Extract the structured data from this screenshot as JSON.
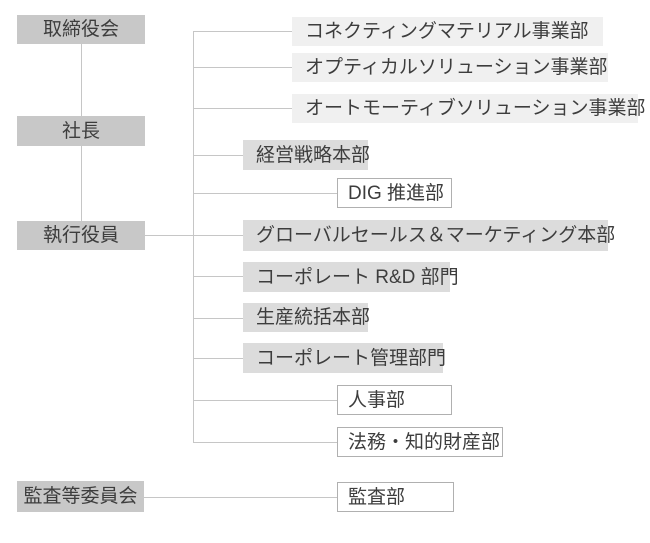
{
  "org": {
    "governance": {
      "board": {
        "label": "取締役会"
      },
      "president": {
        "label": "社長"
      },
      "executive_officers": {
        "label": "執行役員"
      },
      "audit_committee": {
        "label": "監査等委員会"
      }
    },
    "divisions": [
      {
        "label": "コネクティングマテリアル事業部"
      },
      {
        "label": "オプティカルソリューション事業部"
      },
      {
        "label": "オートモーティブソリューション事業部"
      }
    ],
    "units": [
      {
        "label": "経営戦略本部"
      },
      {
        "label": "グローバルセールス＆マーケティング本部"
      },
      {
        "label": "コーポレート R&D 部門"
      },
      {
        "label": "生産統括本部"
      },
      {
        "label": "コーポレート管理部門"
      }
    ],
    "sub_departments": [
      {
        "label": "DIG 推進部"
      },
      {
        "label": "人事部"
      },
      {
        "label": "法務・知的財産部"
      },
      {
        "label": "監査部"
      }
    ]
  },
  "colors": {
    "governance_box": "#c8c8c8",
    "division_box": "#f0f0f0",
    "unit_box": "#dcdcdc",
    "outline_box_border": "#b0b0b0",
    "connector_line": "#c6c6c6",
    "text": "#3d3d3d",
    "background": "#ffffff"
  }
}
